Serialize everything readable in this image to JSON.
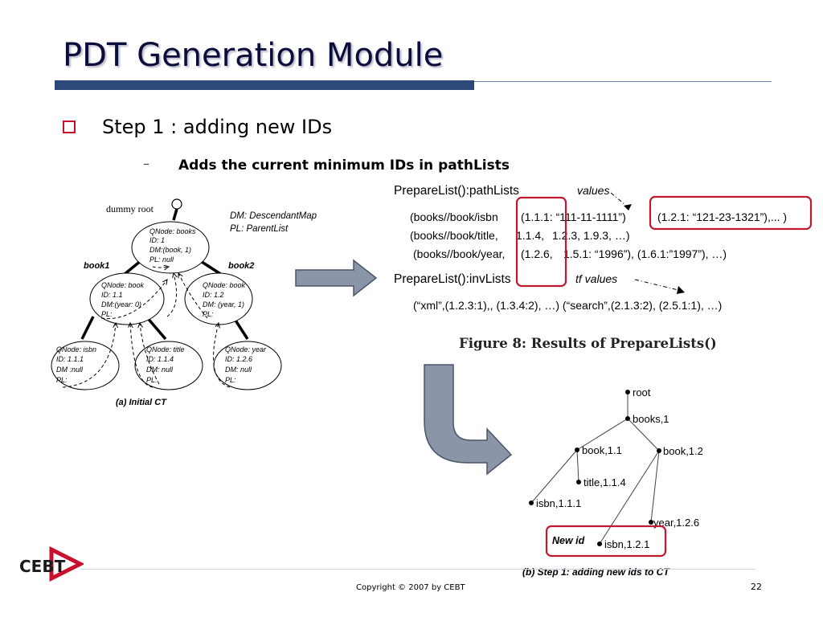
{
  "slide": {
    "title": "PDT Generation Module",
    "bullet": "Step 1 : adding new IDs",
    "sub_dash": "–",
    "sub_bullet": "Adds the current minimum IDs in pathLists"
  },
  "initial_ct": {
    "dummy_root": "dummy root",
    "legend_dm": "DM: DescendantMap",
    "legend_pl": "PL: ParentList",
    "book1_label": "book1",
    "book2_label": "book2",
    "caption": "(a) Initial CT",
    "nodes": {
      "books": [
        "QNode: books",
        "ID: 1",
        "DM:(book, 1)",
        "PL: null"
      ],
      "book11": [
        "QNode: book",
        "ID: 1.1",
        "DM:(year: 0)",
        "PL:"
      ],
      "book12": [
        "QNode: book",
        "ID: 1.2",
        "DM: (year, 1)",
        "PL:"
      ],
      "isbn": [
        "QNode: isbn",
        "ID: 1.1.1",
        "DM :null",
        "PL:"
      ],
      "title": [
        "QNode: title",
        "ID: 1.1.4",
        "DM: null",
        "PL:"
      ],
      "year": [
        "QNode: year",
        "ID: 1.2.6",
        "DM: null",
        "PL:"
      ]
    }
  },
  "prepare_lists": {
    "pathlists_header": "PrepareList():pathLists",
    "values_label": "values",
    "row1_prefix": "(books//book/isbn",
    "row1_box1": "(1.1.1: “111-11-1111”)",
    "row1_box2": "(1.2.1: “121-23-1321”),... )",
    "row2_prefix": "(books//book/title,",
    "row2_boxed": "1.1.4,",
    "row2_rest": "1.2.3, 1.9.3, …)",
    "row3_prefix": "(books//book/year,",
    "row3_boxed": "(1.2.6,",
    "row3_rest": "1.5.1: “1996”), (1.6.1:”1997”), …)",
    "invlists_header": "PrepareList():invLists",
    "tf_values_label": "tf values",
    "inv_row": "(“xml”,(1.2.3:1),, (1.3.4:2), …)  (“search”,(2.1.3:2), (2.5.1:1), …)",
    "figure_caption": "Figure 8:  Results of PrepareLists()"
  },
  "result_tree": {
    "nodes": [
      "root",
      "books,1",
      "book,1.1",
      "book,1.2",
      "title,1.1.4",
      "isbn,1.1.1",
      "year,1.2.6",
      "isbn,1.2.1"
    ],
    "new_id_label": "New id",
    "caption": "(b) Step 1: adding new ids to CT"
  },
  "footer": {
    "logo": "CEBT",
    "copyright": "Copyright © 2007 by CEBT",
    "page": "22"
  },
  "colors": {
    "title": "#0d0d3c",
    "rule": "#2b4a7a",
    "bullet": "#c8102e",
    "highlight_box": "#c0182e",
    "arrow_fill": "#8a96a8",
    "arrow_stroke": "#4a5566"
  }
}
